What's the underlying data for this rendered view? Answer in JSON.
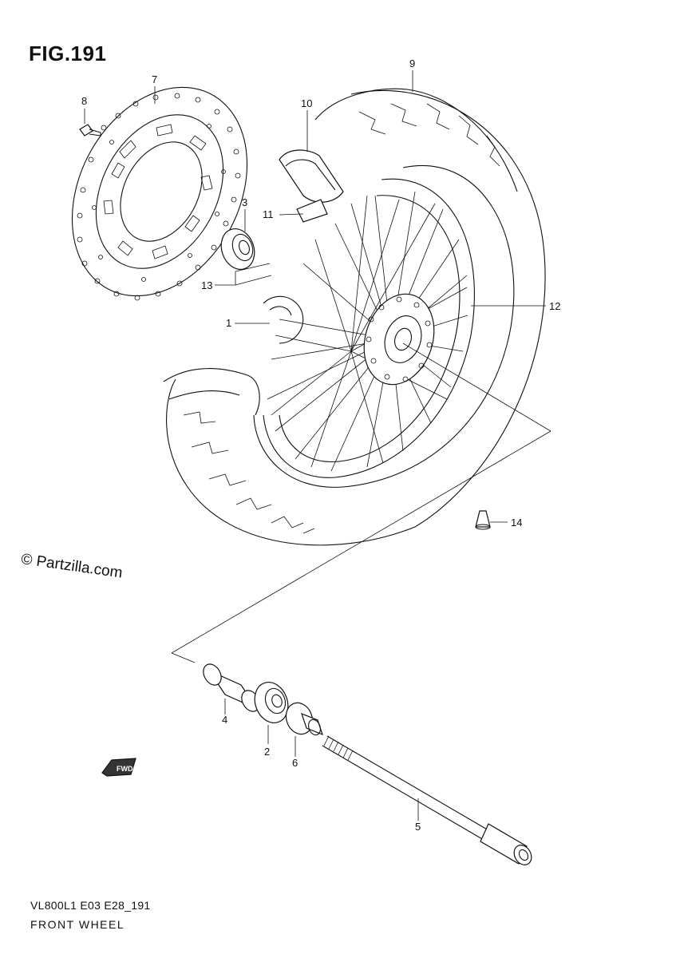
{
  "figure": {
    "title": "FIG.191",
    "model_code": "VL800L1 E03 E28_191",
    "name": "FRONT WHEEL"
  },
  "watermark": "© Partzilla.com",
  "callouts": [
    "1",
    "2",
    "3",
    "4",
    "5",
    "6",
    "7",
    "8",
    "9",
    "10",
    "11",
    "12",
    "13",
    "14"
  ],
  "colors": {
    "ink": "#111111",
    "paper": "#ffffff"
  },
  "icons": {
    "forward_arrow": "fwd-arrow-icon",
    "fwd_label": "FWD"
  }
}
